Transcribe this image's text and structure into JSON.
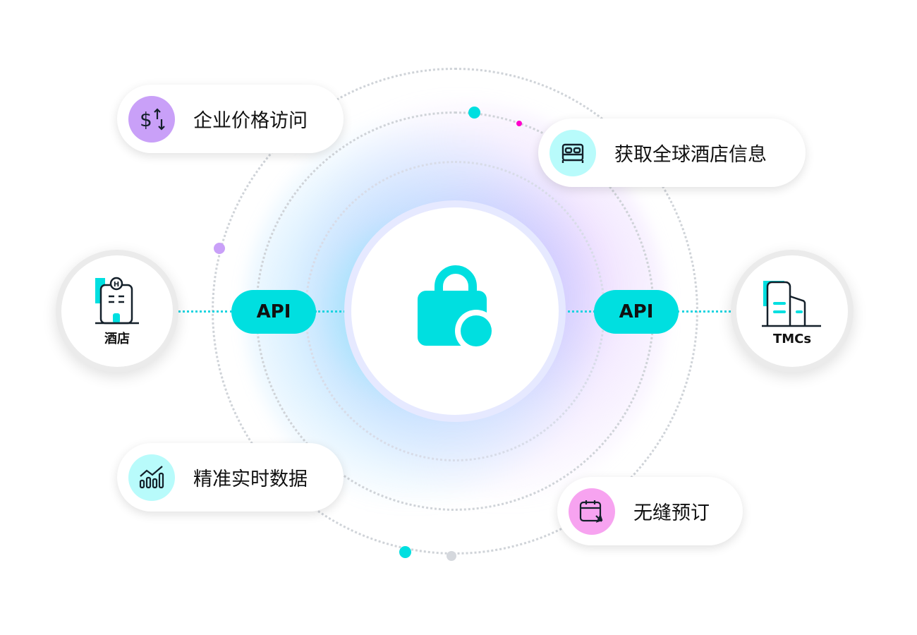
{
  "features": [
    {
      "label": "企业价格访问",
      "icon": "dollar-exchange-icon",
      "color": "#c9a0f8"
    },
    {
      "label": "获取全球酒店信息",
      "icon": "bed-icon",
      "color": "#b8fbfb"
    },
    {
      "label": "精准实时数据",
      "icon": "bar-chart-icon",
      "color": "#b8fbfb"
    },
    {
      "label": "无缝预订",
      "icon": "calendar-click-icon",
      "color": "#f7a3f0"
    }
  ],
  "nodes": {
    "left": "酒店",
    "right": "TMCs"
  },
  "api_left": "API",
  "api_right": "API",
  "colors": {
    "accent": "#00dfe0",
    "purple": "#c9a0f8",
    "pink": "#ff00cc"
  }
}
